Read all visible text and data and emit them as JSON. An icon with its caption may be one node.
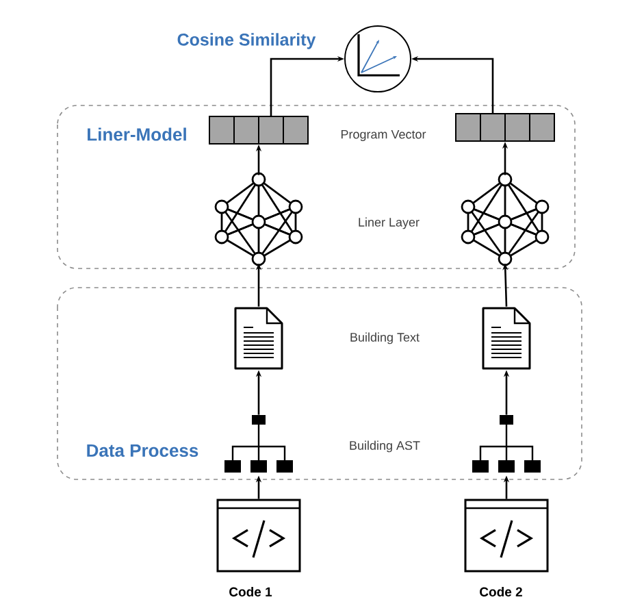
{
  "diagram": {
    "nodes": [
      {
        "text": [
          "Liner-Model"
        ]
      },
      {
        "text": [
          "Data Process"
        ]
      },
      {
        "text": [],
        "shape": "circle",
        "beside": [
          "Cosine Similarity"
        ]
      },
      {
        "text": [],
        "shape": "bar",
        "in": 0
      },
      {
        "text": [],
        "shape": "bar",
        "in": 0
      },
      {
        "text": [],
        "shape": "network",
        "in": 0
      },
      {
        "text": [],
        "shape": "network",
        "in": 0
      },
      {
        "text": [],
        "shape": "document",
        "in": 1
      },
      {
        "text": [],
        "shape": "document",
        "in": 1
      },
      {
        "text": [],
        "shape": "tree",
        "in": 1
      },
      {
        "text": [],
        "shape": "tree",
        "in": 1
      },
      {
        "text": [],
        "shape": "window",
        "beside": [
          "Code 1"
        ]
      },
      {
        "text": [],
        "shape": "window",
        "beside": [
          "Code 2"
        ]
      }
    ],
    "edges": [
      {
        "from": 11,
        "to": 9,
        "arrow": "to"
      },
      {
        "from": 9,
        "to": 7,
        "arrow": "to"
      },
      {
        "from": 7,
        "to": 5,
        "arrow": "to"
      },
      {
        "from": 5,
        "to": 3,
        "arrow": "to"
      },
      {
        "from": 3,
        "to": 2,
        "arrow": "to"
      },
      {
        "from": 12,
        "to": 10,
        "arrow": "to"
      },
      {
        "from": 10,
        "to": 8,
        "arrow": "to"
      },
      {
        "from": 8,
        "to": 6,
        "arrow": "to"
      },
      {
        "from": 6,
        "to": 4,
        "arrow": "to"
      },
      {
        "from": 4,
        "to": 2,
        "arrow": "to"
      }
    ],
    "labels": [
      "Program Vector",
      "Liner Layer",
      "Building Text",
      "Building AST"
    ]
  }
}
